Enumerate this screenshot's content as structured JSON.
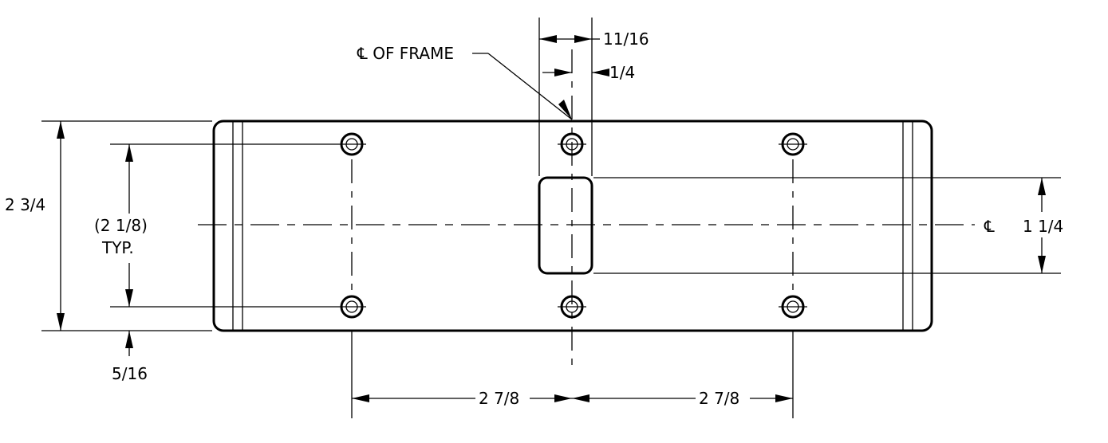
{
  "labels": {
    "overall_height": "2 3/4",
    "hole_spacing_vertical": "(2 1/8)",
    "typ": "TYP.",
    "bottom_offset": "5/16",
    "cutout_width": "11/16",
    "centerline_offset": "1/4",
    "centerline_label": "℄ OF FRAME",
    "hole_spacing_left": "2 7/8",
    "hole_spacing_right": "2 7/8",
    "cutout_height": "1 1/4",
    "centerline_symbol": "℄"
  },
  "colors": {
    "line": "#000000",
    "background": "#ffffff"
  }
}
